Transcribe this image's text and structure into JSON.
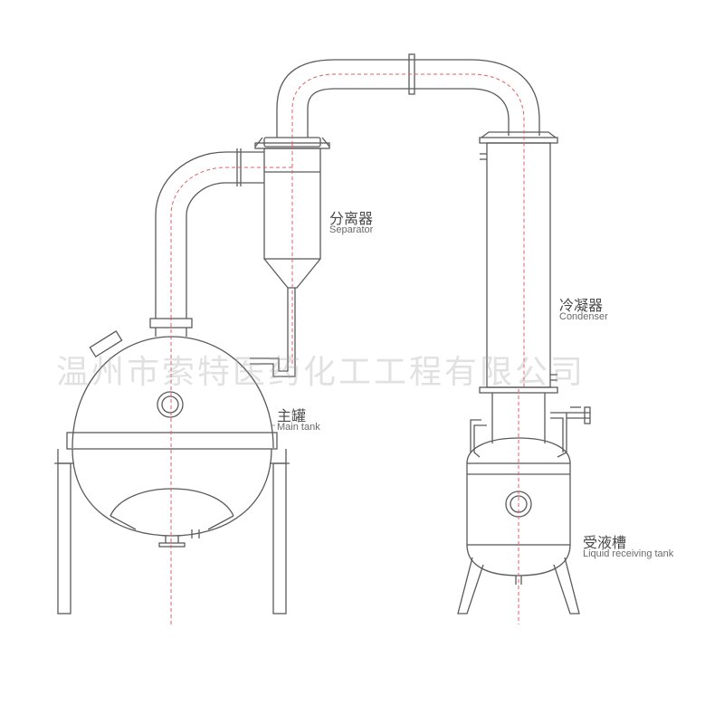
{
  "labels": {
    "separator": {
      "cn": "分离器",
      "en": "Separator"
    },
    "condenser": {
      "cn": "冷凝器",
      "en": "Condenser"
    },
    "main_tank": {
      "cn": "主罐",
      "en": "Main tank"
    },
    "receiving_tank": {
      "cn": "受液槽",
      "en": "Liquid receiving tank"
    }
  },
  "watermark": "温州市索特医药化工工程有限公司",
  "colors": {
    "line": "#5a5a5a",
    "centerline": "#e06060",
    "background": "#ffffff"
  }
}
